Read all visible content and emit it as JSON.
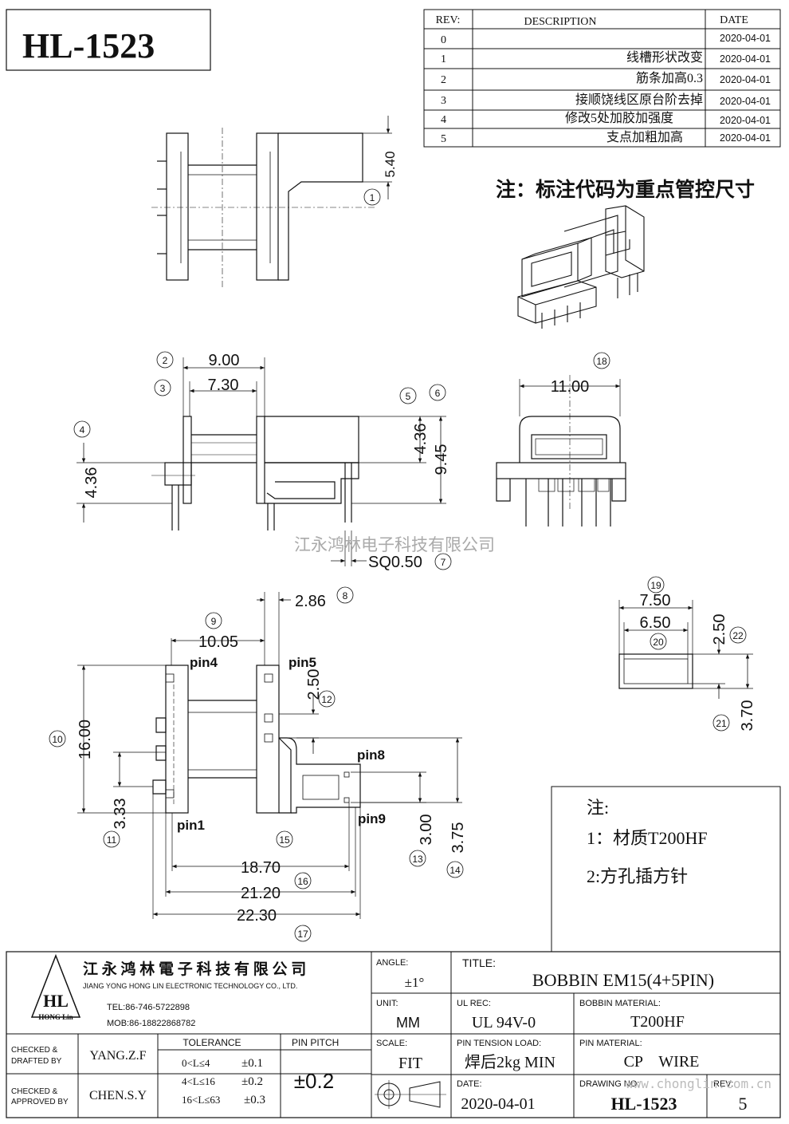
{
  "part_no": "HL-1523",
  "revisions": {
    "headers": {
      "rev": "REV:",
      "desc": "DESCRIPTION",
      "date": "DATE"
    },
    "rows": [
      {
        "rev": "0",
        "desc": "",
        "date": "2020-04-01"
      },
      {
        "rev": "1",
        "desc": "线槽形状改变",
        "date": "2020-04-01"
      },
      {
        "rev": "2",
        "desc": "筋条加高0.3",
        "date": "2020-04-01"
      },
      {
        "rev": "3",
        "desc": "接顺饶线区原台阶去掉",
        "date": "2020-04-01"
      },
      {
        "rev": "4",
        "desc": "修改5处加胶加强度",
        "date": "2020-04-01"
      },
      {
        "rev": "5",
        "desc": "支点加粗加高",
        "date": "2020-04-01"
      }
    ]
  },
  "note_top": "注：标注代码为重点管控尺寸",
  "watermark": "江永鸿林电子科技有限公司",
  "top_view": {
    "dim": "5.40",
    "callout": "1"
  },
  "front_view": {
    "d_900": "9.00",
    "d_730": "7.30",
    "d_436a": "4.36",
    "d_436b": "4.36",
    "d_945": "9.45",
    "d_sq": "SQ0.50",
    "c2": "2",
    "c3": "3",
    "c4": "4",
    "c5": "5",
    "c6": "6",
    "c7": "7"
  },
  "side_view": {
    "d_1100": "11.00",
    "c18": "18"
  },
  "bottom_view": {
    "d_286": "2.86",
    "d_1005": "10.05",
    "d_1600": "16.00",
    "d_250": "2.50",
    "d_333": "3.33",
    "d_300": "3.00",
    "d_375": "3.75",
    "d_1870": "18.70",
    "d_2120": "21.20",
    "d_2230": "22.30",
    "pin1": "pin1",
    "pin4": "pin4",
    "pin5": "pin5",
    "pin8": "pin8",
    "pin9": "pin9",
    "c8": "8",
    "c9": "9",
    "c10": "10",
    "c11": "11",
    "c12": "12",
    "c13": "13",
    "c14": "14",
    "c15": "15",
    "c16": "16",
    "c17": "17"
  },
  "pin_section": {
    "d_750": "7.50",
    "d_650": "6.50",
    "d_250": "2.50",
    "d_370": "3.70",
    "c19": "19",
    "c20": "20",
    "c21": "21",
    "c22": "22"
  },
  "notes": {
    "title": "注:",
    "line1": "1：材质T200HF",
    "line2": "2:方孔插方针"
  },
  "title_block": {
    "company_cn": "江 永 鸿 林 電 子 科 技 有 限 公 司",
    "company_en": "JIANG YONG HONG LIN ELECTRONIC TECHNOLOGY CO., LTD.",
    "logo_mark": "HL",
    "logo_sub": "HONG Lin",
    "tel": "TEL:86-746-5722898",
    "mob": "MOB:86-18822868782",
    "angle_label": "ANGLE:",
    "angle_value": "±1°",
    "title_label": "TITLE:",
    "title_value": "BOBBIN EM15(4+5PIN)",
    "unit_label": "UNIT:",
    "unit_value": "MM",
    "ulrec_label": "UL REC:",
    "ulrec_value": "UL 94V-0",
    "bobmat_label": "BOBBIN MATERIAL:",
    "bobmat_value": "T200HF",
    "checked_drafted": "CHECKED &\nDRAFTED BY",
    "drafter": "YANG.Z.F",
    "tolerance_label": "TOLERANCE",
    "tol_rows": [
      {
        "range": "0<L≤4",
        "value": "±0.1"
      },
      {
        "range": "4<L≤16",
        "value": "±0.2"
      },
      {
        "range": "16<L≤63",
        "value": "±0.3"
      }
    ],
    "pinpitch_label": "PIN PITCH",
    "pinpitch_value": "±0.2",
    "scale_label": "SCALE:",
    "scale_value": "FIT",
    "tension_label": "PIN TENSION LOAD:",
    "tension_value": "焊后2kg MIN",
    "pinmat_label": "PIN MATERIAL:",
    "pinmat_value": "CP　WIRE",
    "checked_approved": "CHECKED &\nAPPROVED BY",
    "approver": "CHEN.S.Y",
    "date_label": "DATE:",
    "date_value": "2020-04-01",
    "drawno_label": "DRAWING NO:",
    "drawno_value": "HL-1523",
    "rev_label": "REV:",
    "rev_value": "5",
    "website": "www.chonglin.com.cn"
  }
}
